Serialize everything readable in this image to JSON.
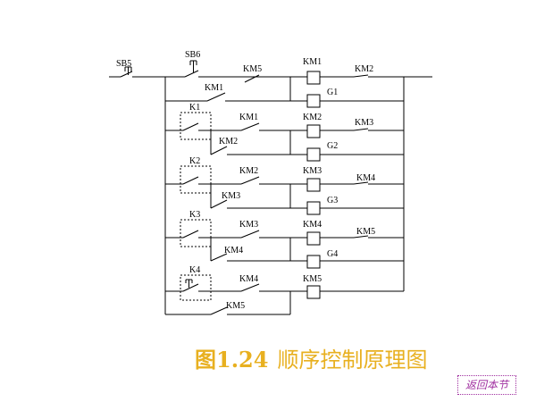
{
  "diagram": {
    "labels": {
      "sb5": "SB5",
      "sb6": "SB6",
      "k1": "K1",
      "k2": "K2",
      "k3": "K3",
      "k4": "K4",
      "km1": "KM1",
      "km2": "KM2",
      "km3": "KM3",
      "km4": "KM4",
      "km5": "KM5",
      "g1": "G1",
      "g2": "G2",
      "g3": "G3",
      "g4": "G4"
    }
  },
  "caption": {
    "number": "图1.24",
    "title": "顺序控制原理图"
  },
  "nav": {
    "back_label": "返回本节"
  },
  "colors": {
    "caption": "#e8b020",
    "back_link": "#a030a0",
    "line": "#000000"
  }
}
